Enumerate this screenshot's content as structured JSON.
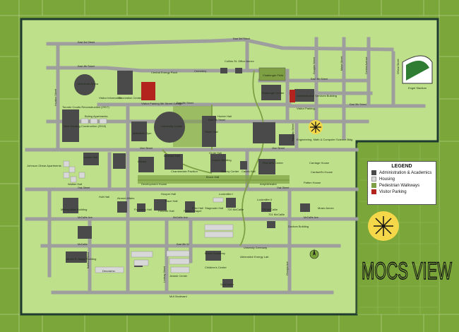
{
  "colors": {
    "frame": "#7aa63a",
    "map_bg": "#bfe08a",
    "road": "#9e9e9e",
    "building": "#4a4a4a",
    "housing": "#d8d8d8",
    "walkway": "#7e9f43",
    "parking": "#b3241e",
    "border": "#1f3a2e",
    "sun": "#f5d84a"
  },
  "legend": {
    "title": "LEGEND",
    "items": [
      {
        "label": "Administration & Academics",
        "color": "#4a4a4a"
      },
      {
        "label": "Housing",
        "color": "#d8d8d8"
      },
      {
        "label": "Pedestrian Walkways",
        "color": "#7e9f43"
      },
      {
        "label": "Visitor Parking",
        "color": "#b3241e"
      }
    ]
  },
  "handwritten_title": "MOCS VIEW",
  "streets": {
    "east_3rd_top": "East 3rd Street",
    "east_3rd_right": "East 3rd Street",
    "east_4th": "East 4th Street",
    "east_4th_right": "East 4th Street",
    "east_5th_left": "East 5th Street",
    "east_5th_mid": "East 5th Street",
    "east_5th_right": "East 5th Street",
    "east_8th": "East 8th Street",
    "vine_left": "Vine Street",
    "vine_right": "Vine Street",
    "oak_left": "Oak Street",
    "oak_right": "Oak Street",
    "mccallie_left": "McCallie Ave.",
    "mccallie_mid": "McCallie Ave.",
    "mccallie_right": "McCallie Ave.",
    "mccallie_lower": "McCallie",
    "east_8th_lower": "East 8th St",
    "university_greenway": "University Greenway",
    "mlk": "MLK Boulevard",
    "houston": "Houston Street",
    "palmetto": "Palmetto Street",
    "douglas": "Douglas Street",
    "central": "Central Avenue",
    "mabel": "Mabel Street",
    "o_neal": "O'Neal Street",
    "lindsay": "Lindsay Street",
    "baldwin": "Baldwin Street",
    "georgia": "Georgia Ave"
  },
  "buildings": {
    "mckenzie_arena": "McKenzie Arena",
    "recreation_center": "Recreation Center",
    "central_energy_plant": "Central Energy Plant",
    "visitor_parking_garage": "Visitor Parking 5th Street Garage",
    "cemetery": "Cemetery",
    "collins_st_office": "Collins St. Office Annex",
    "challenger_field": "Challenger Field",
    "challenger_center": "Challenger Center",
    "admin_services": "Administrative Services Building",
    "visitor_parking": "Visitor Parking",
    "engel_stadium": "Engel Stadium",
    "toronto_courts": "Toronto Courts Reconstruction (2017)",
    "new_housing": "New Housing Construction (2018)",
    "boling_apartments": "Boling Apartments",
    "visitor_information": "Visitor Information",
    "maclellan_gym": "Maclellan Gym",
    "university_center": "University Center",
    "hunter_hall": "Hunter Hall",
    "stone_hall": "Stone Hall",
    "engineering": "Engineering, Math & Computer Science Bldg",
    "johnson_obear": "Johnson Obear Apartments",
    "lupton_library_old": "Lupton Hall",
    "library": "Library",
    "derthick_hall": "Derthick Hall",
    "chamberlain_pavilion": "Chamberlain Pavilion",
    "lupton_building": "Lupton Building",
    "guerry_center": "Guerry Center",
    "cadek_hall": "Cadek Hall",
    "fine_arts": "Fine Arts Center",
    "carriage_house": "Carriage House",
    "cardwell_house": "Cardwell's House",
    "patten_house": "Patten House",
    "brock_hall": "Brock Hall",
    "development_house": "Development House",
    "walker_hall": "Walker Hall",
    "grote_hall": "Grote Hall",
    "amphitheatre": "Amphitheatre",
    "holt_hall": "Holt Hall",
    "hooper_hall": "Hooper Hall",
    "race_hall": "Race Hall",
    "fletcher_hall": "Fletcher Hall",
    "lockmiller_1": "Lockmiller I",
    "lockmiller_2": "Lockmiller II",
    "metropolitan_building": "Metropolitan Building",
    "alumni_affairs": "Alumni Affairs",
    "patten_chapel": "Patten Chapel",
    "founders_hall": "Founders Hall",
    "frist_hall": "Frist Hall",
    "stagmaier_hall": "Stagmaier Hall",
    "mccallie_720": "720 McCallie",
    "mccallie_735": "735 McCallie",
    "mccallie_701": "701 McCallie",
    "music_annex": "Music Annex",
    "doctors_building": "Doctors Building",
    "james_mapp": "James R. Mapp Building",
    "decosimo": "Decosimo",
    "brown_academy": "Brown Academy",
    "childrens_center": "Children's Center",
    "alt_energy_lab": "Alternative Energy Lab",
    "simcenter": "SimCenter",
    "jewish_house": "Jewish Center"
  }
}
